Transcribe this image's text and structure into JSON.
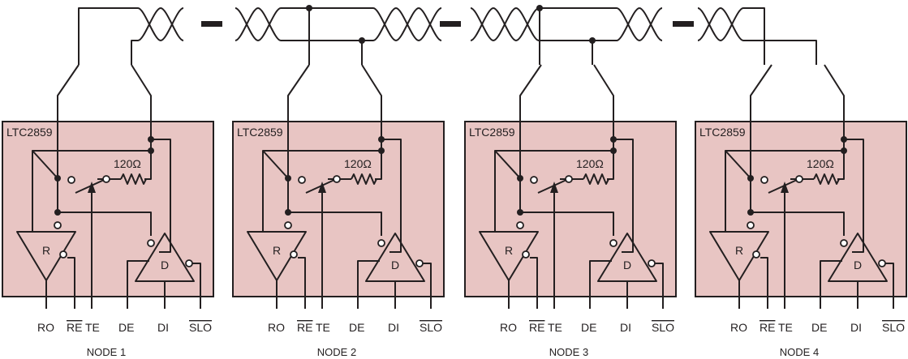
{
  "colors": {
    "box_fill": "#e8c5c3",
    "line": "#231f20"
  },
  "part_number": "LTC2859",
  "resistor_label": "120Ω",
  "receiver_label": "R",
  "driver_label": "D",
  "pins": {
    "ro": "RO",
    "re": "RE",
    "te": "TE",
    "de": "DE",
    "di": "DI",
    "slo": "SLO"
  },
  "nodes": [
    {
      "label": "NODE 1"
    },
    {
      "label": "NODE 2"
    },
    {
      "label": "NODE 3"
    },
    {
      "label": "NODE 4"
    }
  ],
  "cable_break_symbol": "—"
}
